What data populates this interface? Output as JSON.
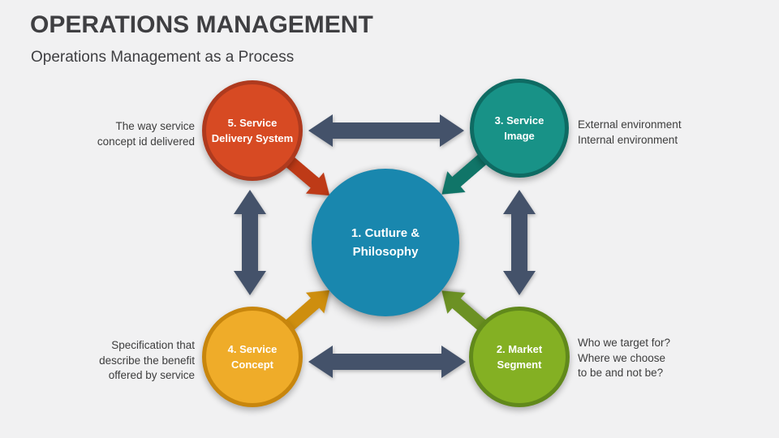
{
  "slide": {
    "title": "OPERATIONS MANAGEMENT",
    "subtitle": "Operations Management as a Process"
  },
  "nodes": {
    "center": {
      "line1": "1. Cutlure &",
      "line2": "Philosophy"
    },
    "delivery": {
      "line1": "5. Service",
      "line2": "Delivery System"
    },
    "image": {
      "line1": "3. Service",
      "line2": "Image"
    },
    "concept": {
      "line1": "4. Service",
      "line2": "Concept"
    },
    "market": {
      "line1": "2. Market",
      "line2": "Segment"
    }
  },
  "annotations": {
    "delivery": {
      "line1": "The way service",
      "line2": "concept id delivered"
    },
    "image": {
      "line1": "External environment",
      "line2": "Internal environment"
    },
    "concept": {
      "line1": "Specification that",
      "line2": "describe the benefit",
      "line3": "offered by service"
    },
    "market": {
      "line1": "Who we target for?",
      "line2": "Where we choose",
      "line3": "to be and not be?"
    }
  },
  "colors": {
    "bg": "#F1F1F2",
    "title-text": "#3F3F42",
    "body-text": "#3D3D3D",
    "node-text": "#FFFFFF",
    "node-center-fill": "#1987AE",
    "node-red-fill": "#D74A23",
    "node-red-border": "#AF3A1E",
    "node-teal-fill": "#189287",
    "node-teal-border": "#0E6B63",
    "node-gold-fill": "#EFAC29",
    "node-gold-border": "#C8860D",
    "node-green-fill": "#84B023",
    "node-green-border": "#61891B",
    "arrow-slate": "#44526A",
    "arrow-red": "#BE3A17",
    "arrow-teal": "#107568",
    "arrow-gold": "#CE8E0E",
    "arrow-green": "#6C9124"
  }
}
